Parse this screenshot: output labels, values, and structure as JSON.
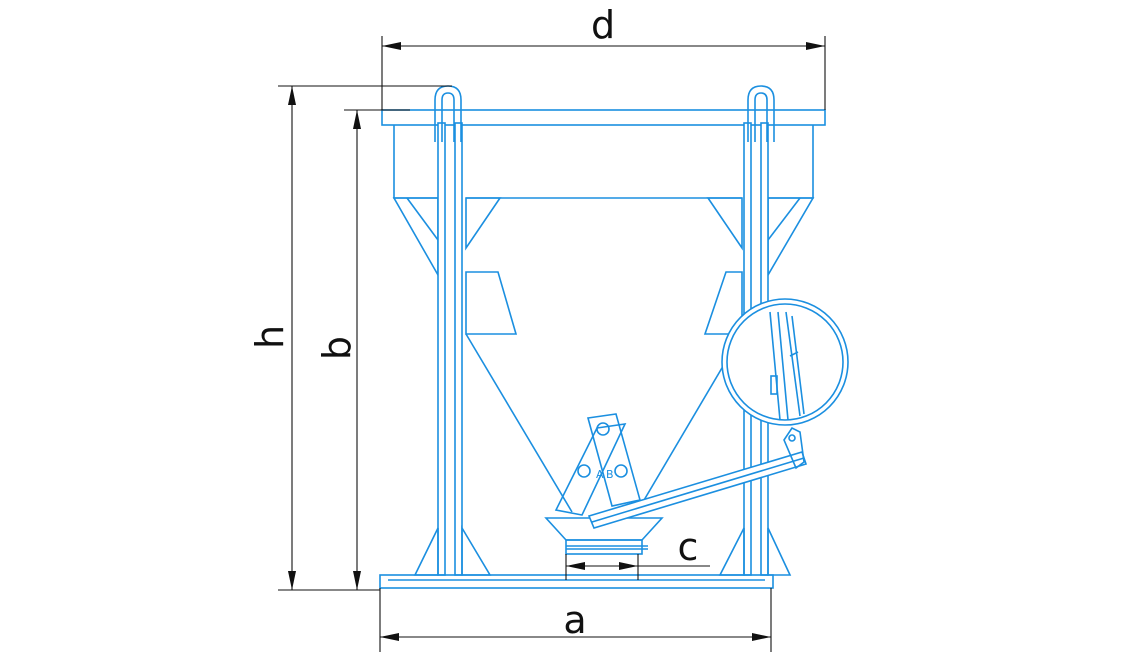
{
  "colors": {
    "drawing": "#1b8fe0",
    "dimension": "#111111",
    "background": "#ffffff"
  },
  "dimensions": {
    "d": "d",
    "h": "h",
    "b": "b",
    "c": "c",
    "a": "a"
  },
  "mechanism": {
    "label_a": "A",
    "label_b": "B"
  }
}
